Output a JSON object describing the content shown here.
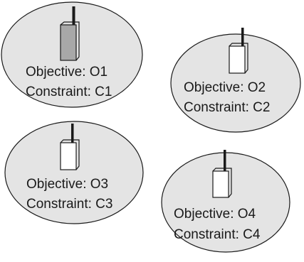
{
  "colors": {
    "ellipse_fill": "#e4e4e4",
    "stroke": "#1a1a1a",
    "box_fill_selected": "#a8a8a8",
    "box_fill_default": "#ffffff",
    "text": "#1a1a1a"
  },
  "nodes": [
    {
      "objective": "Objective: O1",
      "constraint": "Constraint: C1",
      "icon": "robot-module-icon",
      "selected": true
    },
    {
      "objective": "Objective: O2",
      "constraint": "Constraint: C2",
      "icon": "robot-module-icon",
      "selected": false
    },
    {
      "objective": "Objective: O3",
      "constraint": "Constraint: C3",
      "icon": "robot-module-icon",
      "selected": false
    },
    {
      "objective": "Objective: O4",
      "constraint": "Constraint: C4",
      "icon": "robot-module-icon",
      "selected": false
    }
  ]
}
